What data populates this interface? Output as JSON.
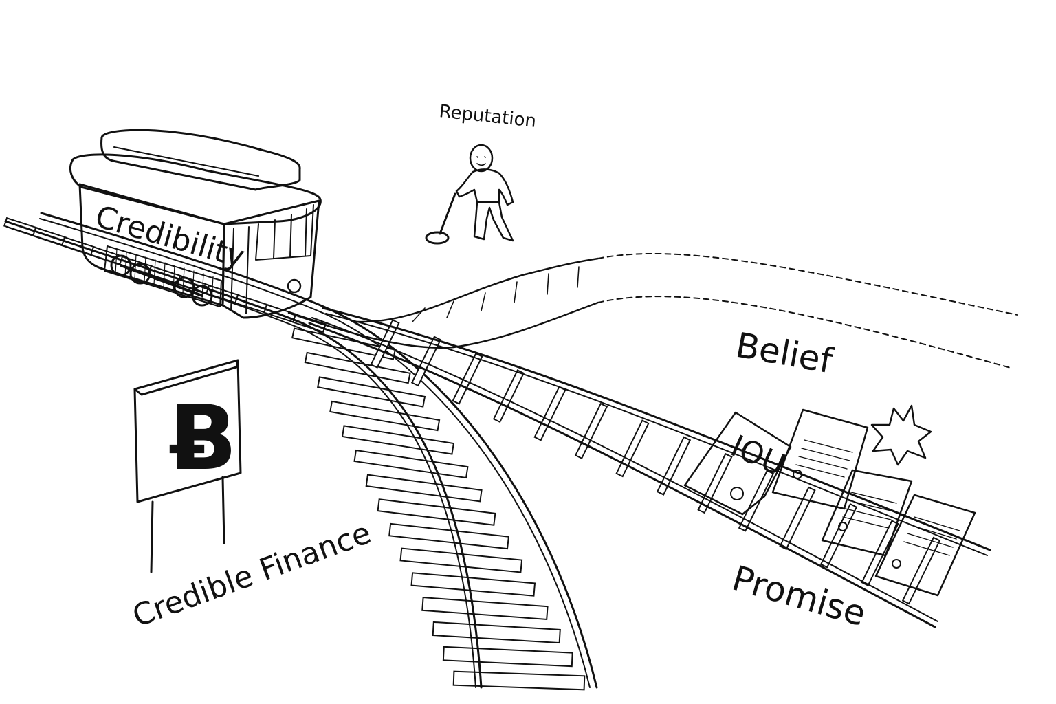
{
  "labels": {
    "trolley": "Credibility",
    "figure": "Reputation",
    "dashed_track": "Belief",
    "document_track": "Promise",
    "main_track": "Credible Finance",
    "note": "IOU"
  },
  "sign": {
    "symbol": "Ƀ",
    "icon": "bitcoin-icon"
  },
  "colors": {
    "ink": "#111111",
    "paper": "#ffffff"
  }
}
